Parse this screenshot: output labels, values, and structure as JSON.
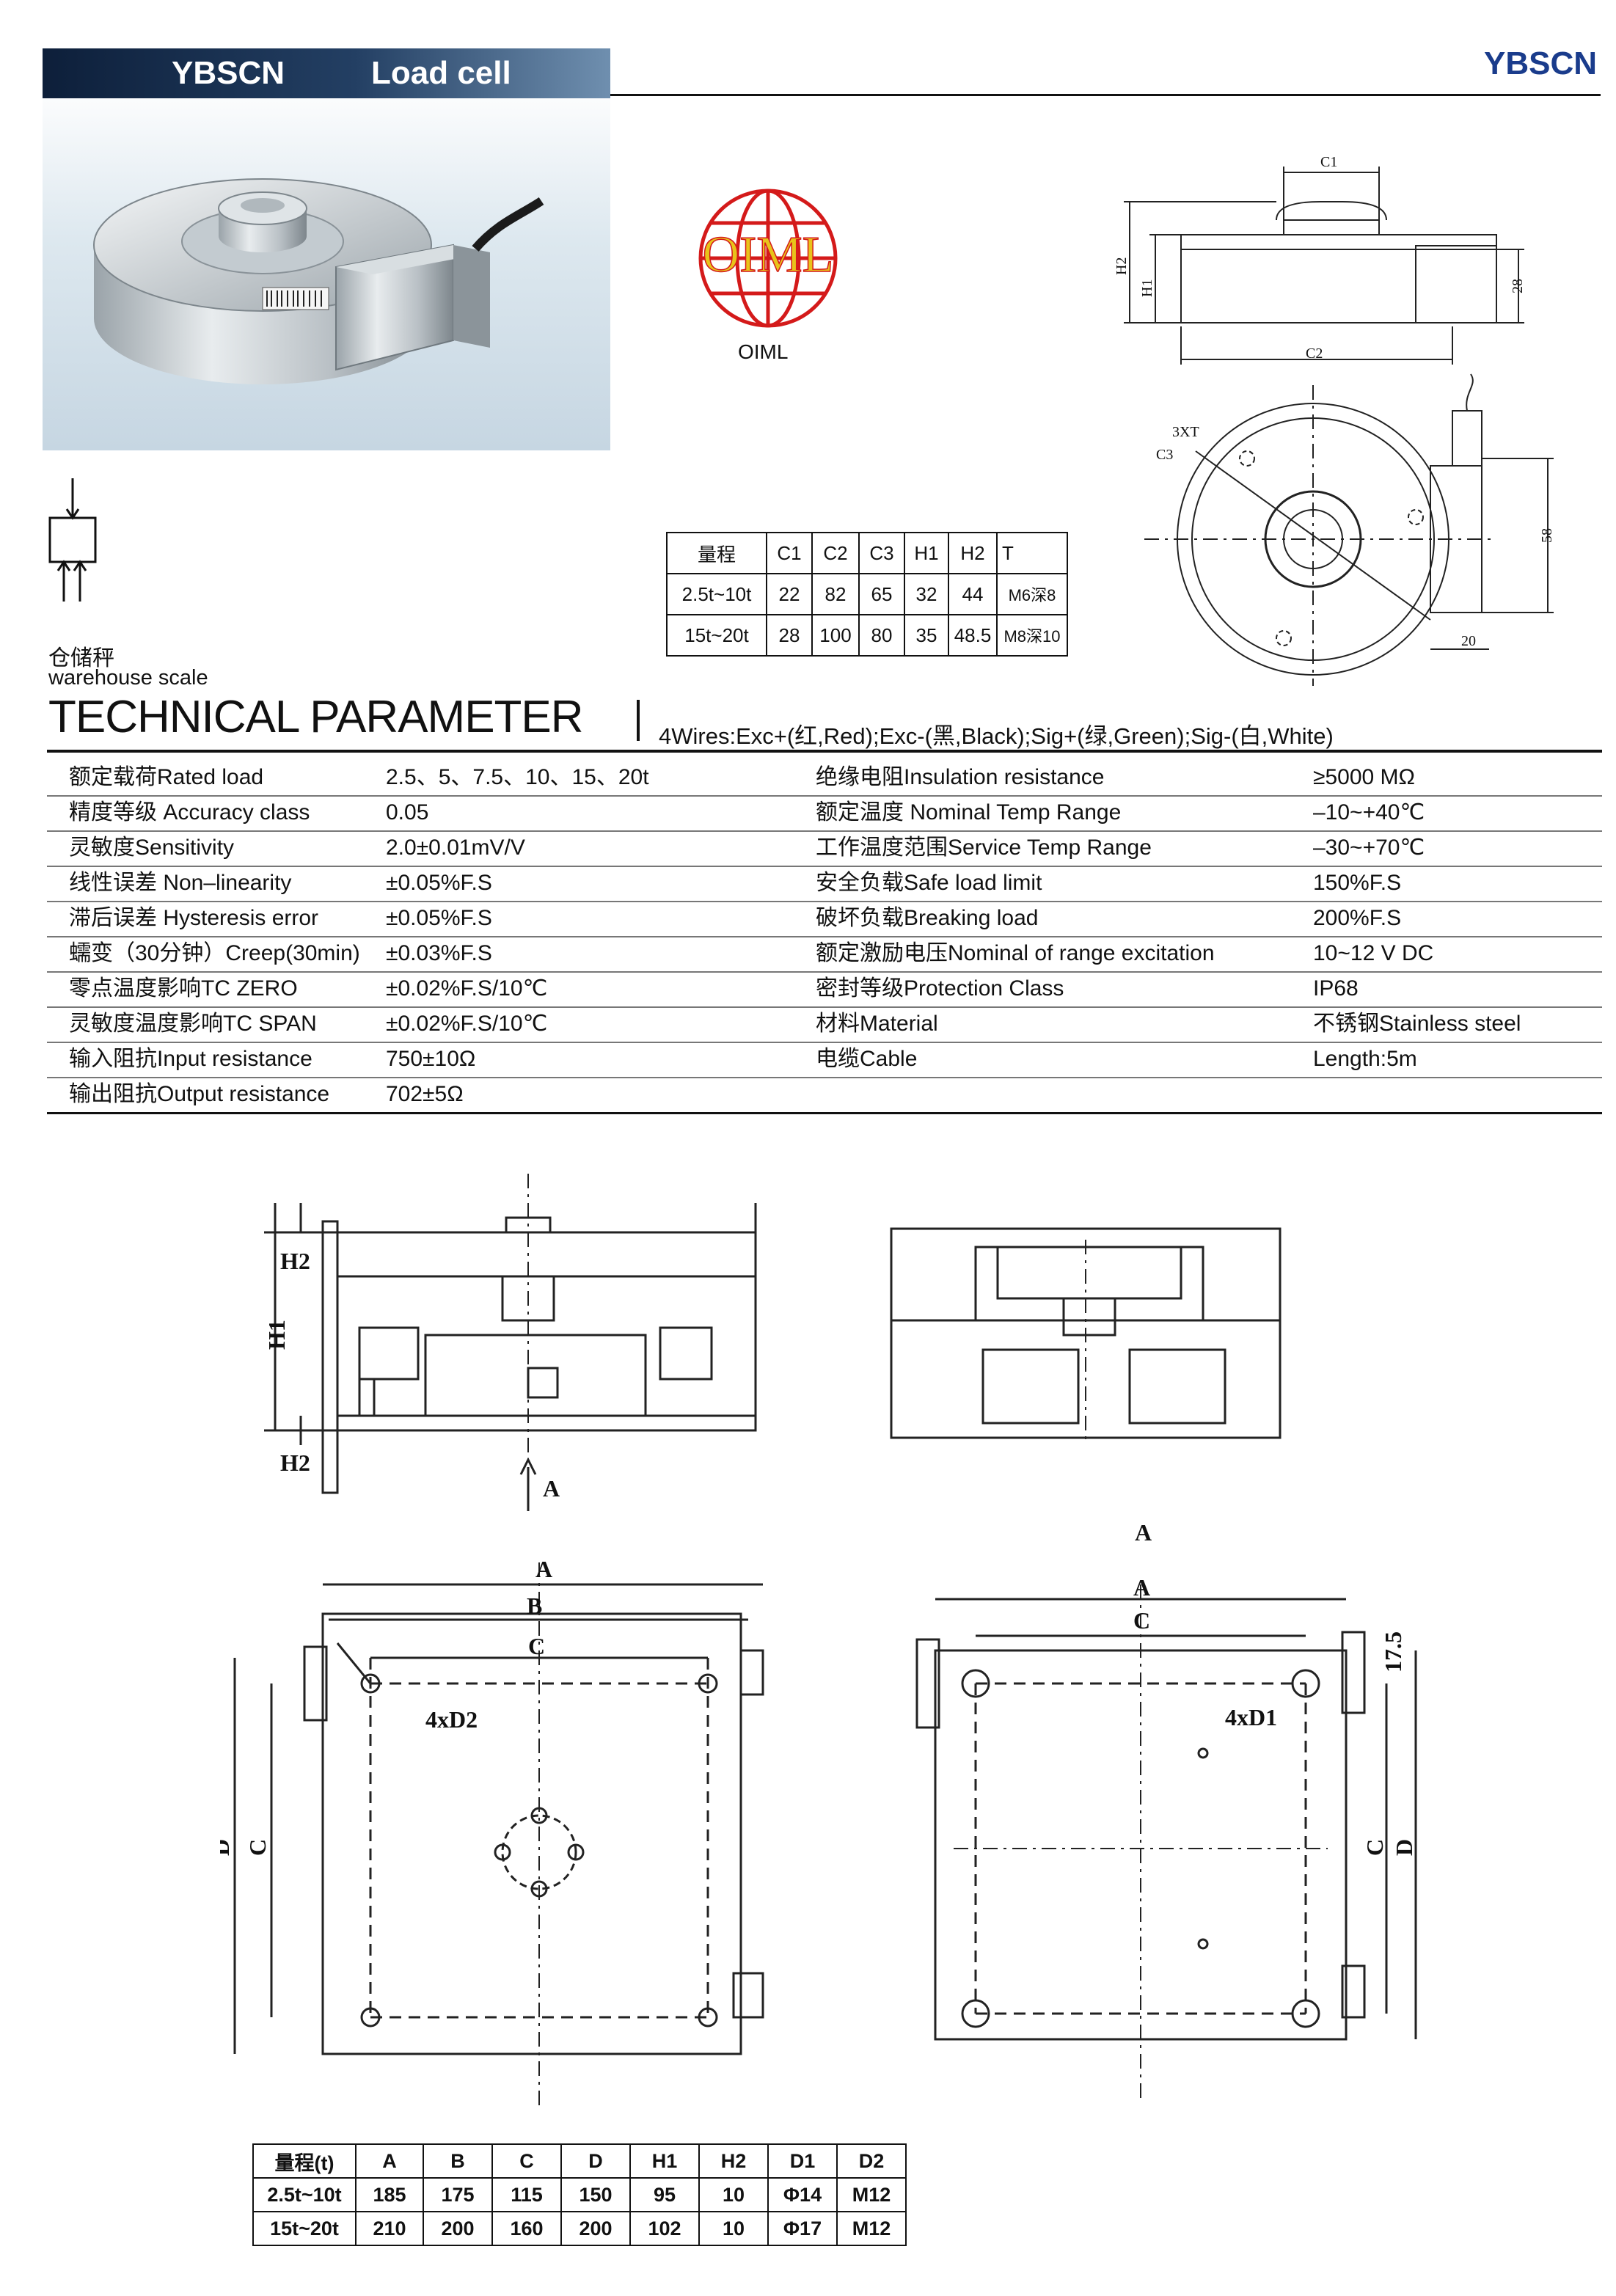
{
  "header": {
    "brand": "YBSCN",
    "product": "Load cell",
    "brand_right": "YBSCN",
    "accent": "#1a3c8c"
  },
  "oiml": {
    "logo_text": "OIML",
    "caption": "OIML"
  },
  "scale": {
    "cn": "仓储秤",
    "en": "warehouse scale"
  },
  "spec_table": {
    "headers": [
      "量程",
      "C1",
      "C2",
      "C3",
      "H1",
      "H2",
      "T"
    ],
    "rows": [
      [
        "2.5t~10t",
        "22",
        "82",
        "65",
        "32",
        "44",
        "M6深8"
      ],
      [
        "15t~20t",
        "28",
        "100",
        "80",
        "35",
        "48.5",
        "M8深10"
      ]
    ]
  },
  "drawing_labels": {
    "c1": "C1",
    "c2": "C2",
    "c3": "C3",
    "h1": "H1",
    "h2": "H2",
    "xt": "3XT",
    "d28": "28",
    "d58": "58",
    "d20": "20"
  },
  "technical": {
    "title": "TECHNICAL PARAMETER",
    "wires": "4Wires:Exc+(红,Red);Exc-(黑,Black);Sig+(绿,Green);Sig-(白,White)",
    "left": [
      {
        "label": "额定载荷Rated load",
        "value": "2.5、5、7.5、10、15、20t"
      },
      {
        "label": "精度等级 Accuracy class",
        "value": "0.05"
      },
      {
        "label": "灵敏度Sensitivity",
        "value": "2.0±0.01mV/V"
      },
      {
        "label": "线性误差 Non–linearity",
        "value": "±0.05%F.S"
      },
      {
        "label": "滞后误差 Hysteresis error",
        "value": "±0.05%F.S"
      },
      {
        "label": "蠕变（30分钟）Creep(30min)",
        "value": "±0.03%F.S"
      },
      {
        "label": "零点温度影响TC ZERO",
        "value": "±0.02%F.S/10℃"
      },
      {
        "label": "灵敏度温度影响TC SPAN",
        "value": "±0.02%F.S/10℃"
      },
      {
        "label": "输入阻抗Input resistance",
        "value": "750±10Ω"
      },
      {
        "label": "输出阻抗Output resistance",
        "value": "702±5Ω"
      }
    ],
    "right": [
      {
        "label": "绝缘电阻Insulation resistance",
        "value": "≥5000 MΩ"
      },
      {
        "label": "额定温度 Nominal Temp Range",
        "value": "–10~+40℃"
      },
      {
        "label": "工作温度范围Service Temp Range",
        "value": "–30~+70℃"
      },
      {
        "label": "安全负载Safe load limit",
        "value": "150%F.S"
      },
      {
        "label": "破坏负载Breaking load",
        "value": "200%F.S"
      },
      {
        "label": "额定激励电压Nominal of range excitation",
        "value": "10~12 V DC"
      },
      {
        "label": "密封等级Protection Class",
        "value": "IP68"
      },
      {
        "label": "材料Material",
        "value": "不锈钢Stainless steel"
      },
      {
        "label": "电缆Cable",
        "value": "Length:5m"
      }
    ]
  },
  "assembly_labels": {
    "a": "A",
    "b": "B",
    "c": "C",
    "d": "D",
    "h1": "H1",
    "h2": "H2",
    "hole_d2": "4xD2",
    "hole_d1": "4xD1",
    "d17": "17.5"
  },
  "dims_table": {
    "headers": [
      "量程(t)",
      "A",
      "B",
      "C",
      "D",
      "H1",
      "H2",
      "D1",
      "D2"
    ],
    "rows": [
      [
        "2.5t~10t",
        "185",
        "175",
        "115",
        "150",
        "95",
        "10",
        "Φ14",
        "M12"
      ],
      [
        "15t~20t",
        "210",
        "200",
        "160",
        "200",
        "102",
        "10",
        "Φ17",
        "M12"
      ]
    ]
  }
}
